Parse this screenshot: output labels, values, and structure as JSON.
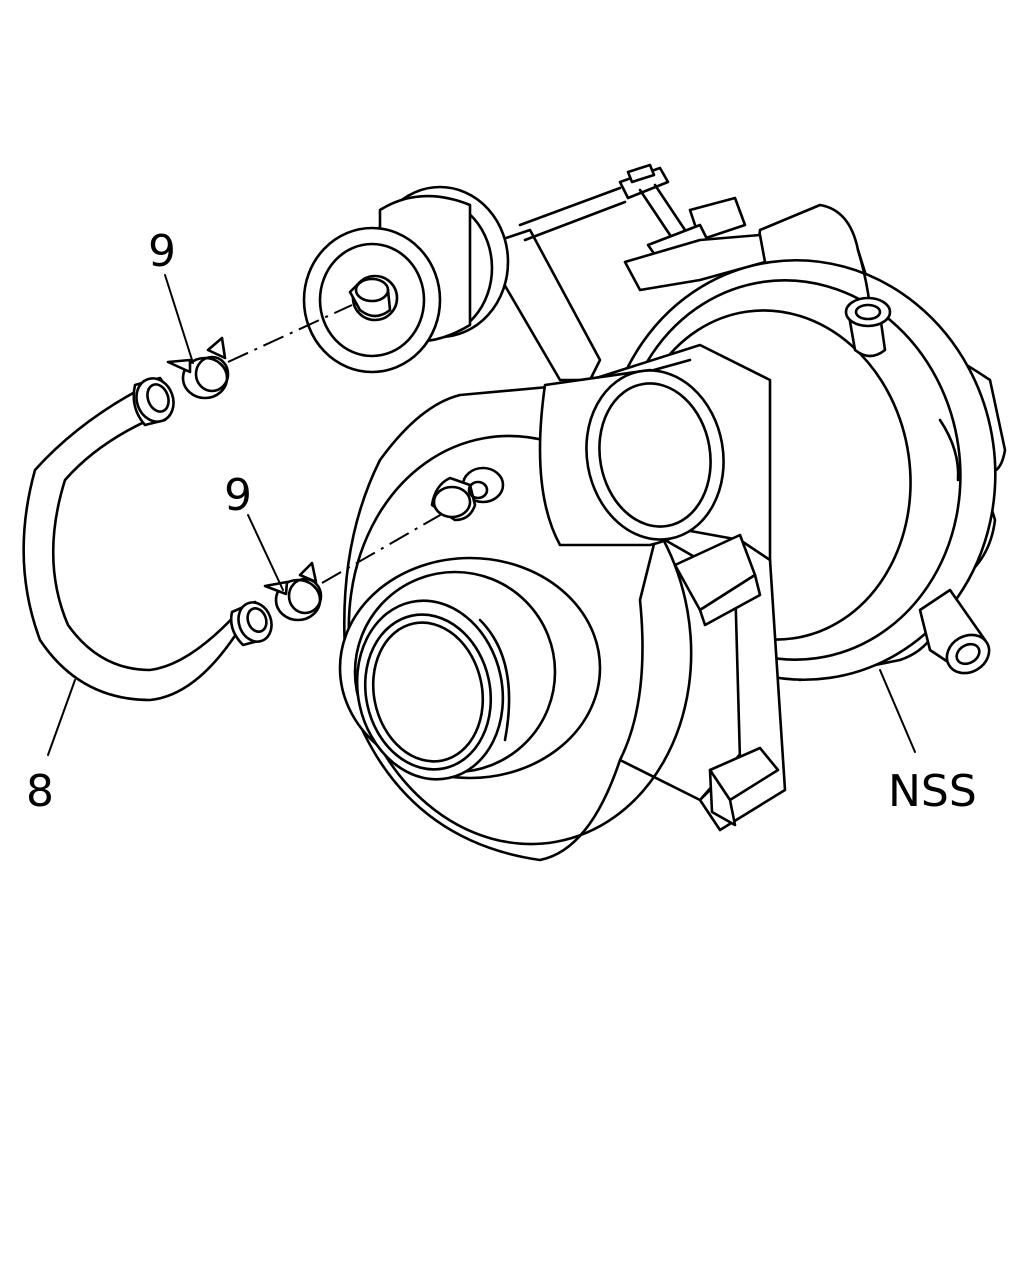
{
  "callouts": {
    "clamp_upper": "9",
    "clamp_lower": "9",
    "hose": "8",
    "assembly": "NSS"
  },
  "colors": {
    "line": "#000000",
    "background": "#ffffff"
  }
}
